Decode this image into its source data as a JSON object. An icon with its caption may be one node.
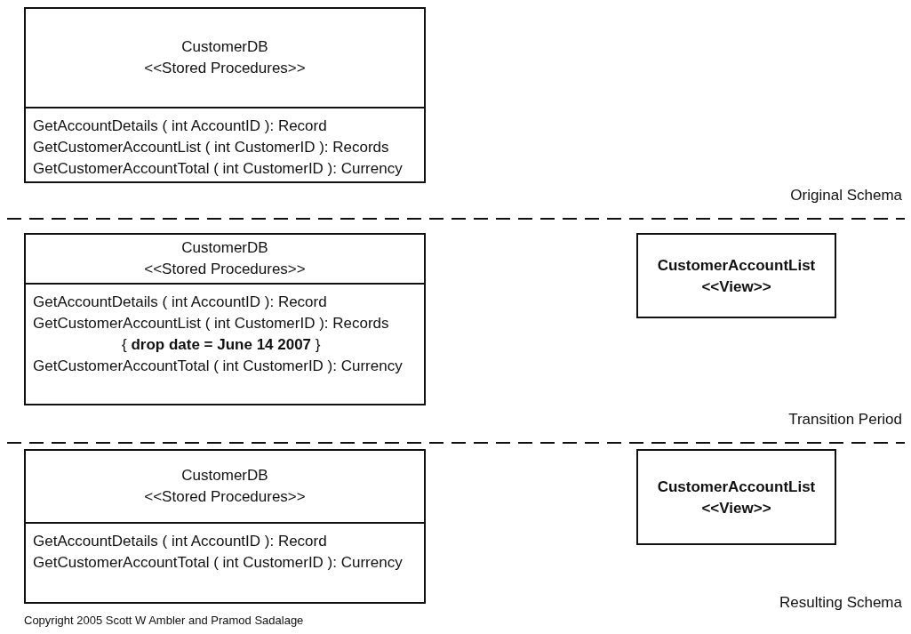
{
  "diagram": {
    "caption": "Copyright 2005 Scott W Ambler and Pramod Sadalage",
    "nodes": [
      {
        "text": [
          "CustomerDB",
          "<<Stored Procedures>>",
          "GetAccountDetails ( int AccountID ): Record",
          "GetCustomerAccountList ( int CustomerID ): Records",
          "GetCustomerAccountTotal ( int CustomerID ): Currency"
        ]
      },
      {
        "text": [
          "CustomerDB",
          "<<Stored Procedures>>",
          "GetAccountDetails ( int AccountID ): Record",
          "GetCustomerAccountList ( int CustomerID ): Records",
          "{ **drop date = June 14 2007** }",
          "GetCustomerAccountTotal ( int CustomerID ): Currency"
        ]
      },
      {
        "text": [
          "CustomerAccountList",
          "<<View>>"
        ]
      },
      {
        "text": [
          "CustomerDB",
          "<<Stored Procedures>>",
          "GetAccountDetails ( int AccountID ): Record",
          "GetCustomerAccountTotal ( int CustomerID ): Currency"
        ]
      },
      {
        "text": [
          "CustomerAccountList",
          "<<View>>"
        ]
      }
    ],
    "labels": [
      "Original Schema",
      "Transition Period",
      "Resulting Schema"
    ]
  }
}
